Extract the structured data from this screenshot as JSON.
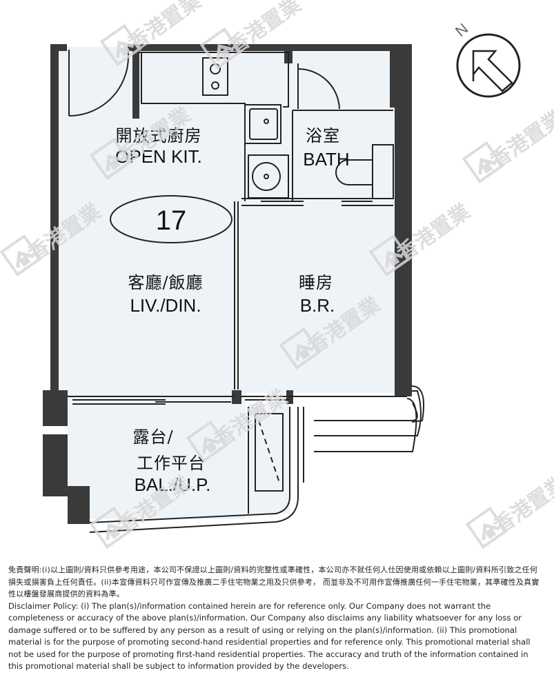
{
  "unit_number": "17",
  "rooms": {
    "open_kitchen": {
      "cn": "開放式廚房",
      "en": "OPEN KIT."
    },
    "bathroom": {
      "cn": "浴室",
      "en": "BATH"
    },
    "living_dining": {
      "cn": "客廳/飯廳",
      "en": "LIV./DIN."
    },
    "bedroom": {
      "cn": "睡房",
      "en": "B.R."
    },
    "balcony": {
      "cn_line1": "露台/",
      "cn_line2": "工作平台",
      "en": "BAL./U.P."
    }
  },
  "compass": {
    "label": "N"
  },
  "watermark": {
    "text": "香港置業",
    "icon": "house-logo-icon"
  },
  "disclaimer": {
    "cn": "免責聲明:(i)以上圖則/資料只供參考用途，本公司不保證以上圖則/資料的完整性或準確性，本公司亦不就任何人仕因使用或依賴以上圖則/資料所引致之任何損失或損害負上任何責任。(ii)本宣傳資料只可作宣傳及推廣二手住宅物業之用及只供參考， 而並非及不可用作宣傳推廣任何一手住宅物業，其準確性及真實性以樓盤發展商提供的資料為準。",
    "en": "Disclaimer Policy: (i) The plan(s)/information contained herein are for reference only. Our Company does not warrant the completeness or accuracy of the above plan(s)/information. Our Company also disclaims any liability whatsoever for any loss or damage suffered or to be suffered by any person as a result of using or relying on the plan(s)/information. (ii) This promotional material is for the purpose of promoting second-hand residential properties and for reference only. This promotional material shall not be used for the purpose of promoting first-hand residential properties. The accuracy and truth of the information contained in this promotional material shall be subject to information provided by the developers."
  },
  "colors": {
    "floor": "#eef3f8",
    "wall": "#3a3a3a",
    "line": "#222222",
    "watermark": "#d9d9d9"
  }
}
